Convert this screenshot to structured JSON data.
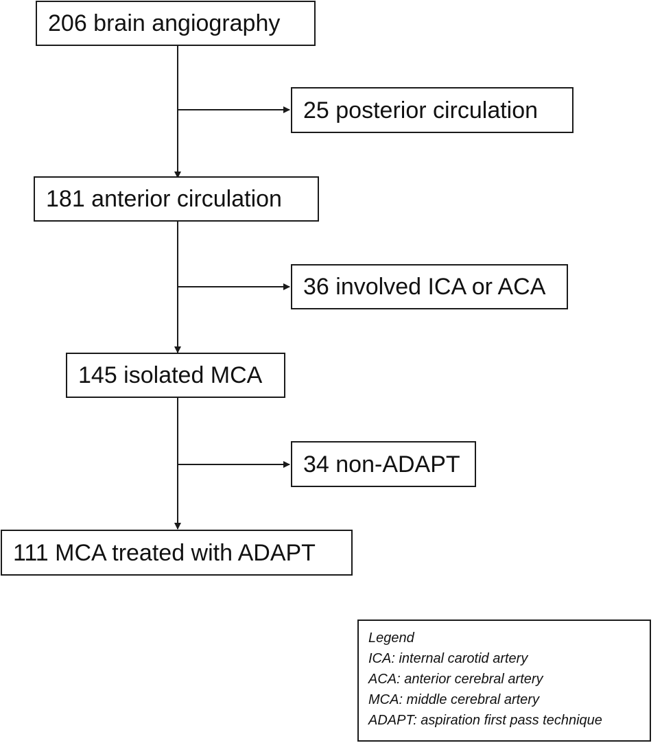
{
  "flowchart": {
    "boxes": {
      "total": "206 brain angiography",
      "posterior": "25 posterior circulation",
      "anterior": "181 anterior circulation",
      "ica_aca": "36 involved ICA or ACA",
      "isolated_mca": "145 isolated MCA",
      "non_adapt": "34 non-ADAPT",
      "treated": "111 MCA treated with ADAPT"
    }
  },
  "legend": {
    "title": "Legend",
    "items": [
      "ICA: internal carotid artery",
      "ACA: anterior cerebral artery",
      "MCA: middle cerebral artery",
      "ADAPT: aspiration first pass technique"
    ]
  }
}
